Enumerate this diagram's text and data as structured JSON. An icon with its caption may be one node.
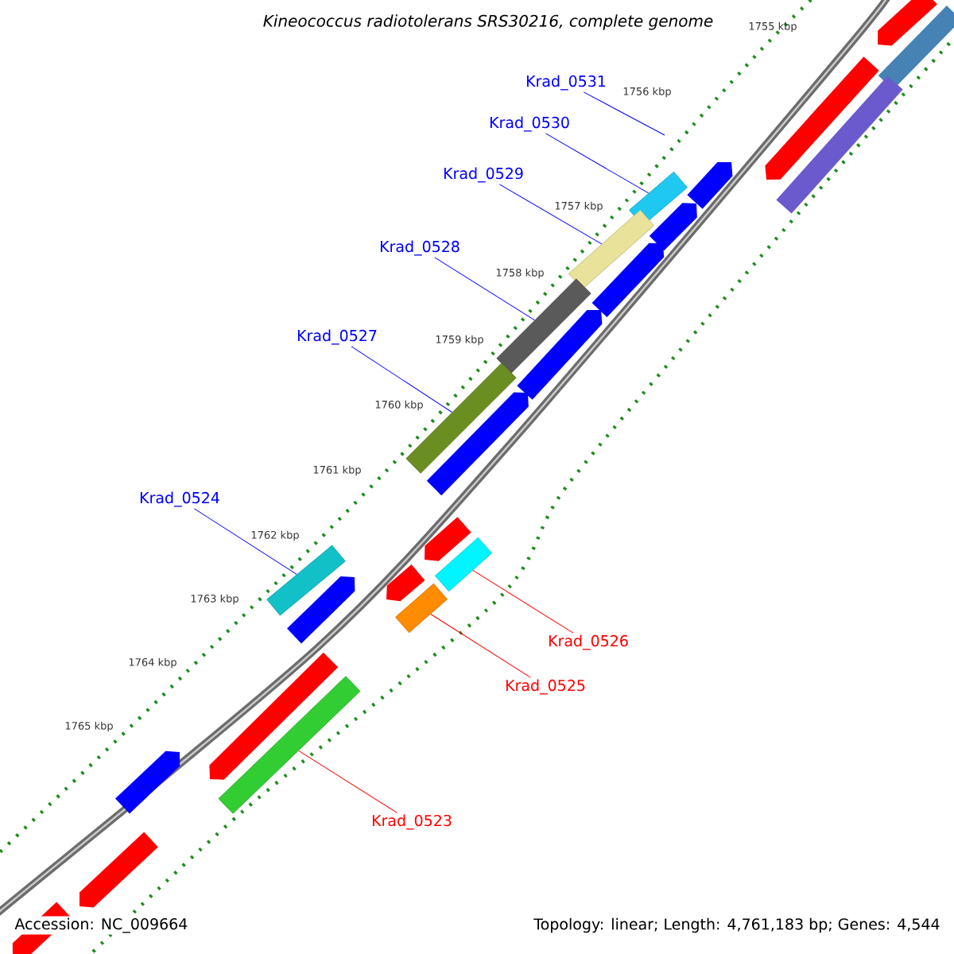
{
  "diagram": {
    "title": "*Kineococcus radiotolerans SRS30216, complete genome*",
    "nodes": [
      {
        "text": [
          "Krad_0531"
        ]
      },
      {
        "text": [
          "Krad_0530"
        ]
      },
      {
        "text": [],
        "shape": "bar"
      },
      {
        "text": [
          "Krad_0529"
        ]
      },
      {
        "text": [],
        "shape": "bar"
      },
      {
        "text": [
          "Krad_0528"
        ]
      },
      {
        "text": [],
        "shape": "bar"
      },
      {
        "text": [
          "Krad_0527"
        ]
      },
      {
        "text": [],
        "shape": "bar"
      },
      {
        "text": [
          "Krad_0524"
        ]
      },
      {
        "text": [],
        "shape": "bar"
      },
      {
        "text": [
          "Krad_0526"
        ]
      },
      {
        "text": [],
        "shape": "bar"
      },
      {
        "text": [
          "Krad_0525"
        ]
      },
      {
        "text": [],
        "shape": "bar"
      },
      {
        "text": [
          "Krad_0523"
        ]
      },
      {
        "text": [],
        "shape": "bar"
      },
      {
        "text": [],
        "shape": "pentagon"
      },
      {
        "text": [],
        "shape": "bar"
      },
      {
        "text": [],
        "shape": "pentagon"
      },
      {
        "text": [],
        "shape": "bar"
      },
      {
        "text": [],
        "shape": "pentagon"
      },
      {
        "text": [],
        "shape": "pentagon"
      },
      {
        "text": [],
        "shape": "pentagon"
      },
      {
        "text": [],
        "shape": "pentagon"
      },
      {
        "text": [],
        "shape": "pentagon"
      },
      {
        "text": [],
        "shape": "pentagon"
      },
      {
        "text": [],
        "shape": "pentagon"
      },
      {
        "text": [],
        "shape": "pentagon"
      },
      {
        "text": [],
        "shape": "pentagon"
      },
      {
        "text": [],
        "shape": "pentagon"
      },
      {
        "text": [],
        "shape": "pentagon"
      },
      {
        "text": [],
        "shape": "pentagon"
      }
    ],
    "edges": [
      {
        "from": 0,
        "to": null,
        "arrow": "none"
      },
      {
        "from": 1,
        "to": 2,
        "arrow": "none"
      },
      {
        "from": 3,
        "to": 4,
        "arrow": "none"
      },
      {
        "from": 5,
        "to": 6,
        "arrow": "none"
      },
      {
        "from": 7,
        "to": 8,
        "arrow": "none"
      },
      {
        "from": 9,
        "to": 10,
        "arrow": "none"
      },
      {
        "from": 11,
        "to": 12,
        "arrow": "none",
        "color": "#ff0000"
      },
      {
        "from": 13,
        "to": 14,
        "arrow": "none",
        "color": "#ff0000"
      },
      {
        "from": 15,
        "to": 16,
        "arrow": "none",
        "color": "#ff0000"
      }
    ],
    "labels": [
      "1755 kbp",
      "1756 kbp",
      "1757 kbp",
      "1758 kbp",
      "1759 kbp",
      "1760 kbp",
      "1761 kbp",
      "1762 kbp",
      "1763 kbp",
      "1764 kbp",
      "1765 kbp",
      "Accession: NC_009664",
      "Topology: linear; Length: 4,761,183 bp; Genes: 4,544"
    ]
  }
}
